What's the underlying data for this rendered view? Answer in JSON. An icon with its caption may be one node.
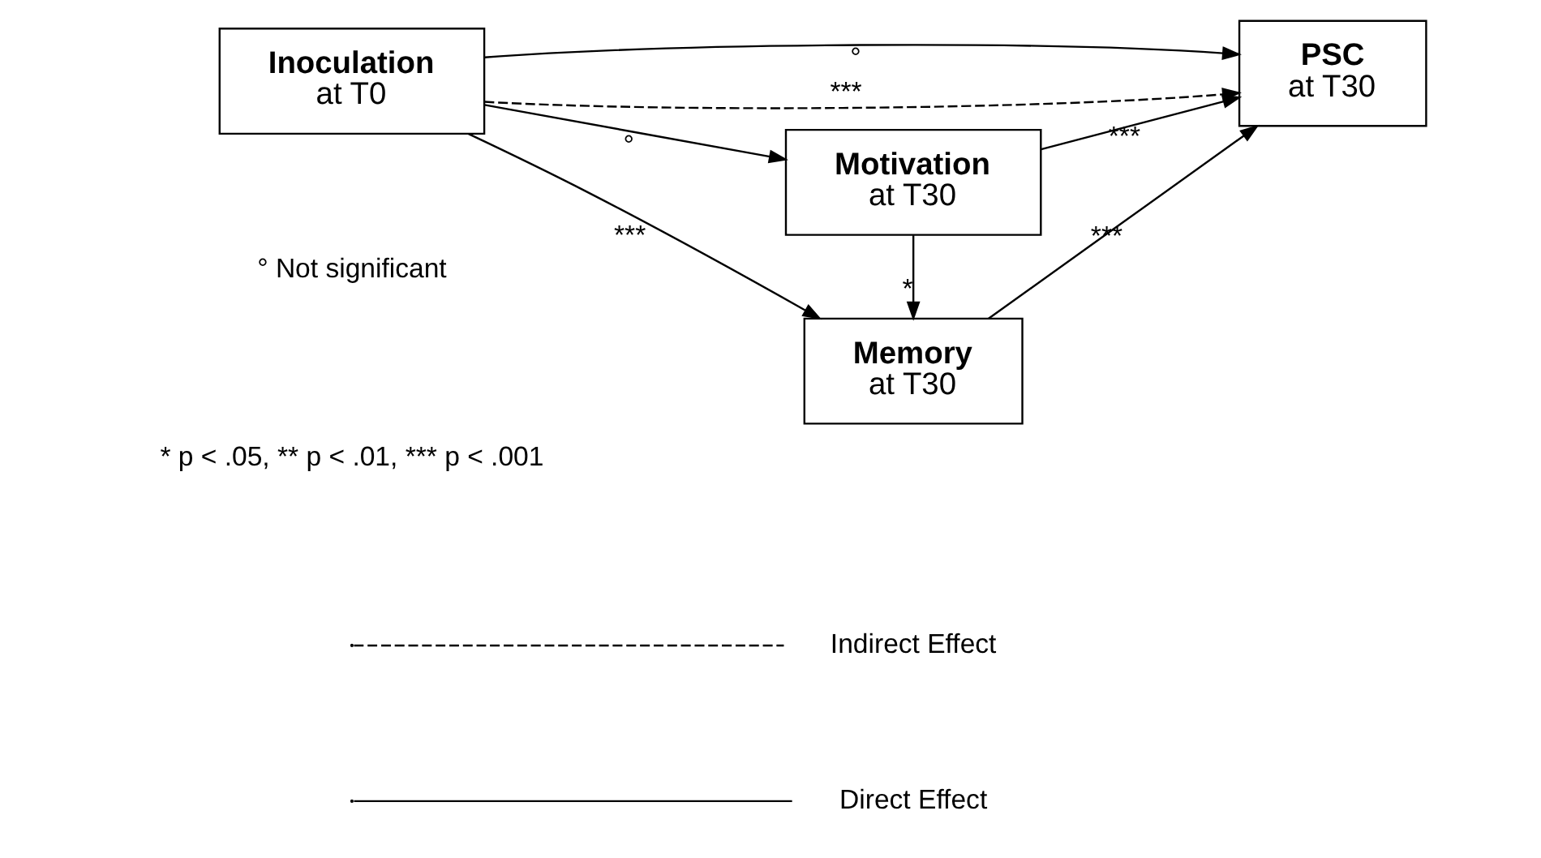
{
  "diagram": {
    "nodes": [
      {
        "text": [
          "Inoculation",
          "at T0"
        ]
      },
      {
        "text": [
          "Memory",
          "at T30"
        ]
      },
      {
        "text": [
          "PSC",
          "at T30"
        ]
      },
      {
        "text": [
          "Motivation",
          "at T30"
        ]
      }
    ],
    "edges": [
      {
        "from": 0,
        "to": 1,
        "arrow": "to",
        "label": "***"
      },
      {
        "from": 1,
        "to": 2,
        "arrow": "to",
        "label": "***"
      },
      {
        "from": 0,
        "to": 2,
        "arrow": "to",
        "label": "***",
        "style": "dashed"
      },
      {
        "from": 0,
        "to": 2,
        "arrow": "to",
        "label": "°"
      },
      {
        "from": 0,
        "to": 3,
        "arrow": "to",
        "label": "°"
      },
      {
        "from": 3,
        "to": 1,
        "arrow": "to",
        "label": "*"
      },
      {
        "from": 3,
        "to": 2,
        "arrow": "to",
        "label": "***"
      }
    ],
    "labels": [
      "° Not significant",
      "* p < .05, ** p < .01, *** p < .001"
    ],
    "legend": [
      {
        "text": "Indirect Effect"
      },
      {
        "text": "Direct Effect"
      }
    ]
  }
}
